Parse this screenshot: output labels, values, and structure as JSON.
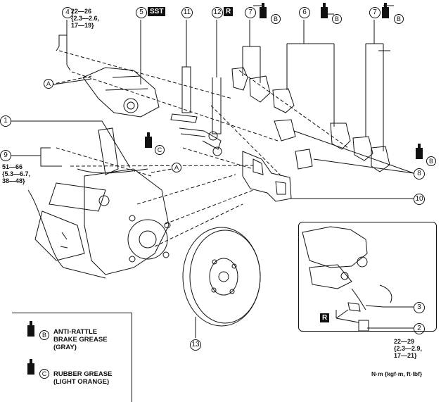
{
  "callouts": {
    "c1": "1",
    "c2": "2",
    "c3": "3",
    "c4": "4",
    "c5": "5",
    "c6": "6",
    "c7a": "7",
    "c7b": "7",
    "c8": "8",
    "c9": "9",
    "c10": "10",
    "c11": "11",
    "c12": "12",
    "c13": "13"
  },
  "tags": {
    "sst": "SST",
    "r_top": "R",
    "r_inset": "R"
  },
  "letters": {
    "a_left": "A",
    "a_mid": "A",
    "b_top1": "B",
    "b_top2": "B",
    "b_top3": "B",
    "b_right": "B",
    "c_mid": "C",
    "b_leg": "B",
    "c_leg": "C"
  },
  "torque": {
    "t4": [
      "22—26",
      "{2.3—2.6,",
      "17—19}"
    ],
    "t9": [
      "51—66",
      "{5.3—6.7,",
      "38—48}"
    ],
    "t2": [
      "22—29",
      "{2.3—2.9,",
      "17—21}"
    ]
  },
  "units": "N·m {kgf·m, ft·lbf}",
  "legend": {
    "b_lines": [
      "ANTI-RATTLE",
      "BRAKE GREASE",
      "(GRAY)"
    ],
    "c_lines": [
      "RUBBER GREASE",
      "(LIGHT ORANGE)"
    ]
  }
}
